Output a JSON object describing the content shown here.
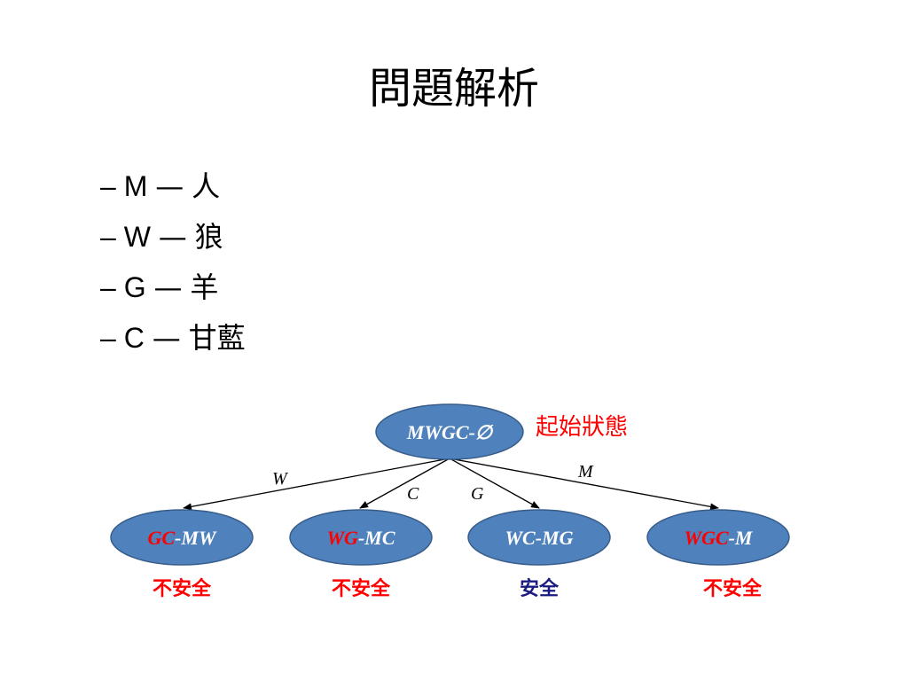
{
  "title": "問題解析",
  "legend": [
    {
      "dash": "–",
      "letter": "M",
      "sep": "—",
      "meaning": "人"
    },
    {
      "dash": "–",
      "letter": "W",
      "sep": "—",
      "meaning": "狼"
    },
    {
      "dash": "–",
      "letter": "G",
      "sep": "—",
      "meaning": "羊"
    },
    {
      "dash": "–",
      "letter": "C",
      "sep": "—",
      "meaning": "甘藍"
    }
  ],
  "root": {
    "label": "MWGC-∅",
    "annotation": "起始狀態"
  },
  "edges": [
    {
      "label": "W",
      "target": 0
    },
    {
      "label": "C",
      "target": 1
    },
    {
      "label": "G",
      "target": 2
    },
    {
      "label": "M",
      "target": 3
    }
  ],
  "children": [
    {
      "left_bank": "GC",
      "right_bank": "-MW",
      "status": "不安全",
      "safe": false
    },
    {
      "left_bank": "WG",
      "right_bank": "-MC",
      "status": "不安全",
      "safe": false
    },
    {
      "left_bank": "WC",
      "right_bank": "-MG",
      "status": "安全",
      "safe": true
    },
    {
      "left_bank": "WGC",
      "right_bank": "-M",
      "status": "不安全",
      "safe": false
    }
  ],
  "colors": {
    "node_fill": "#4f81bd",
    "node_border": "#385d8a",
    "unsafe": "#ff0000",
    "safe": "#1a1a80",
    "node_text": "#ffffff"
  }
}
